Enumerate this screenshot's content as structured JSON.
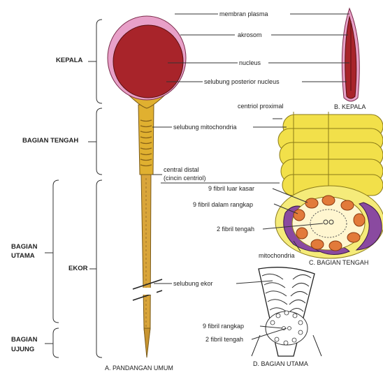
{
  "diagram": {
    "labels": {
      "membran_plasma": "membran plasma",
      "akrosom": "akrosom",
      "nucleus": "nucleus",
      "selubung_posterior": "selubung posterior nucleus",
      "centriol_proximal": "centriol proximal",
      "selubung_mito": "selubung mitochondria",
      "central_distal_1": "central distal",
      "central_distal_2": "(cincin centriol)",
      "fibril_luar": "9 fibril luar kasar",
      "fibril_dalam": "9 fibril dalam rangkap",
      "fibril_tengah_c": "2 fibril tengah",
      "mitochondria": "mitochondria",
      "selubung_ekor": "selubung ekor",
      "fibril_rangkap": "9 fibril rangkap",
      "fibril_tengah_d": "2 fibril tengah"
    },
    "regions": {
      "kepala": "KEPALA",
      "bagian_tengah": "BAGIAN TENGAH",
      "bagian_utama_1": "BAGIAN",
      "bagian_utama_2": "UTAMA",
      "ekor": "EKOR",
      "bagian_ujung_1": "BAGIAN",
      "bagian_ujung_2": "UJUNG"
    },
    "captions": {
      "a": "A. PANDANGAN UMUM",
      "b": "B. KEPALA",
      "c": "C. BAGIAN TENGAH",
      "d": "D. BAGIAN UTAMA"
    },
    "colors": {
      "head_dark": "#a8242a",
      "head_pink": "#e8a0c8",
      "midpiece": "#e0b030",
      "tail": "#d9a53a",
      "mito_yellow": "#f2e04a",
      "fibril_orange": "#e27a3a",
      "mito_purple": "#8a4aa0"
    }
  }
}
